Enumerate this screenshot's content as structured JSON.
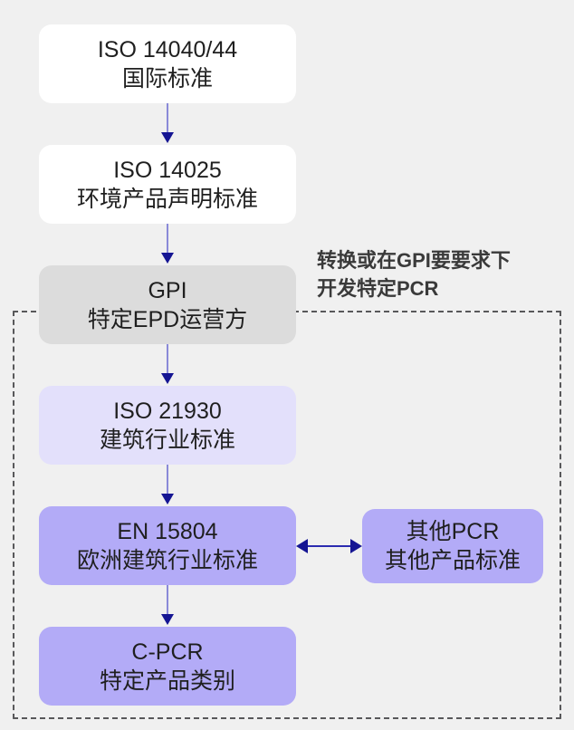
{
  "diagram": {
    "background_color": "#f0f0f0",
    "group_frame": {
      "label": "pcr-scope-dashed-frame",
      "border_style": "dashed",
      "border_color": "#58585a"
    },
    "annotation": {
      "line1": "转换或在GPI要要求下",
      "line2": "开发特定PCR",
      "color": "#3a3a3a"
    },
    "nodes": [
      {
        "id": "iso14040",
        "line1": "ISO 14040/44",
        "line2": "国际标准",
        "fill": "#ffffff"
      },
      {
        "id": "iso14025",
        "line1": "ISO 14025",
        "line2": "环境产品声明标准",
        "fill": "#ffffff"
      },
      {
        "id": "gpi",
        "line1": "GPI",
        "line2": "特定EPD运营方",
        "fill": "#dcdcdc"
      },
      {
        "id": "iso21930",
        "line1": "ISO 21930",
        "line2": "建筑行业标准",
        "fill": "#e3e0fb"
      },
      {
        "id": "en15804",
        "line1": "EN 15804",
        "line2": "欧洲建筑行业标准",
        "fill": "#b3abf7"
      },
      {
        "id": "cpcr",
        "line1": "C-PCR",
        "line2": "特定产品类别",
        "fill": "#b3abf7"
      },
      {
        "id": "otherpcr",
        "line1": "其他PCR",
        "line2": "其他产品标准",
        "fill": "#b3abf7"
      }
    ],
    "connectors": {
      "line_color": "#8a8ad8",
      "arrow_color": "#151593",
      "vertical_flow": [
        "iso14040 -> iso14025",
        "iso14025 -> gpi",
        "gpi -> iso21930",
        "iso21930 -> en15804",
        "en15804 -> cpcr"
      ],
      "bidirectional": "en15804 <-> otherpcr"
    }
  }
}
